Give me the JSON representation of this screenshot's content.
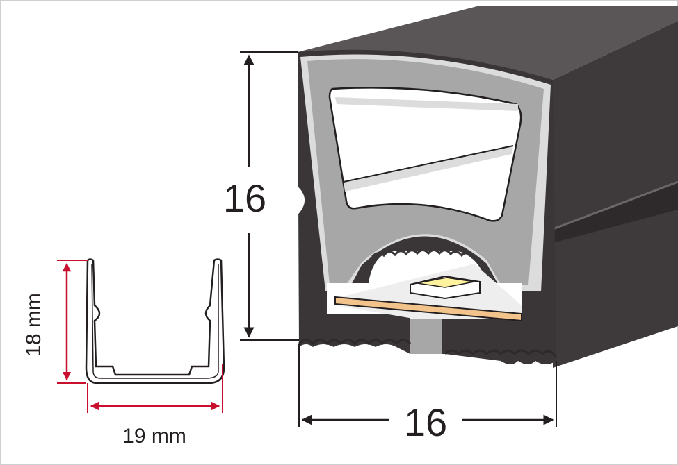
{
  "dimensions": {
    "profile_height": "16",
    "profile_width": "16",
    "channel_height": "18 mm",
    "channel_width": "19 mm"
  },
  "colors": {
    "housing_dark": "#3e3a3b",
    "housing_top": "#5a5556",
    "diffuser_gray": "#a7a7a8",
    "light_gray": "#dcdcdc",
    "led_yellow": "#fff3a0",
    "pcb_orange": "#f2c48c",
    "dimension_red": "#c8102e",
    "text_dark": "#231f20"
  },
  "icons": [
    "arrow-up-icon",
    "arrow-down-icon",
    "arrow-left-icon",
    "arrow-right-icon"
  ]
}
